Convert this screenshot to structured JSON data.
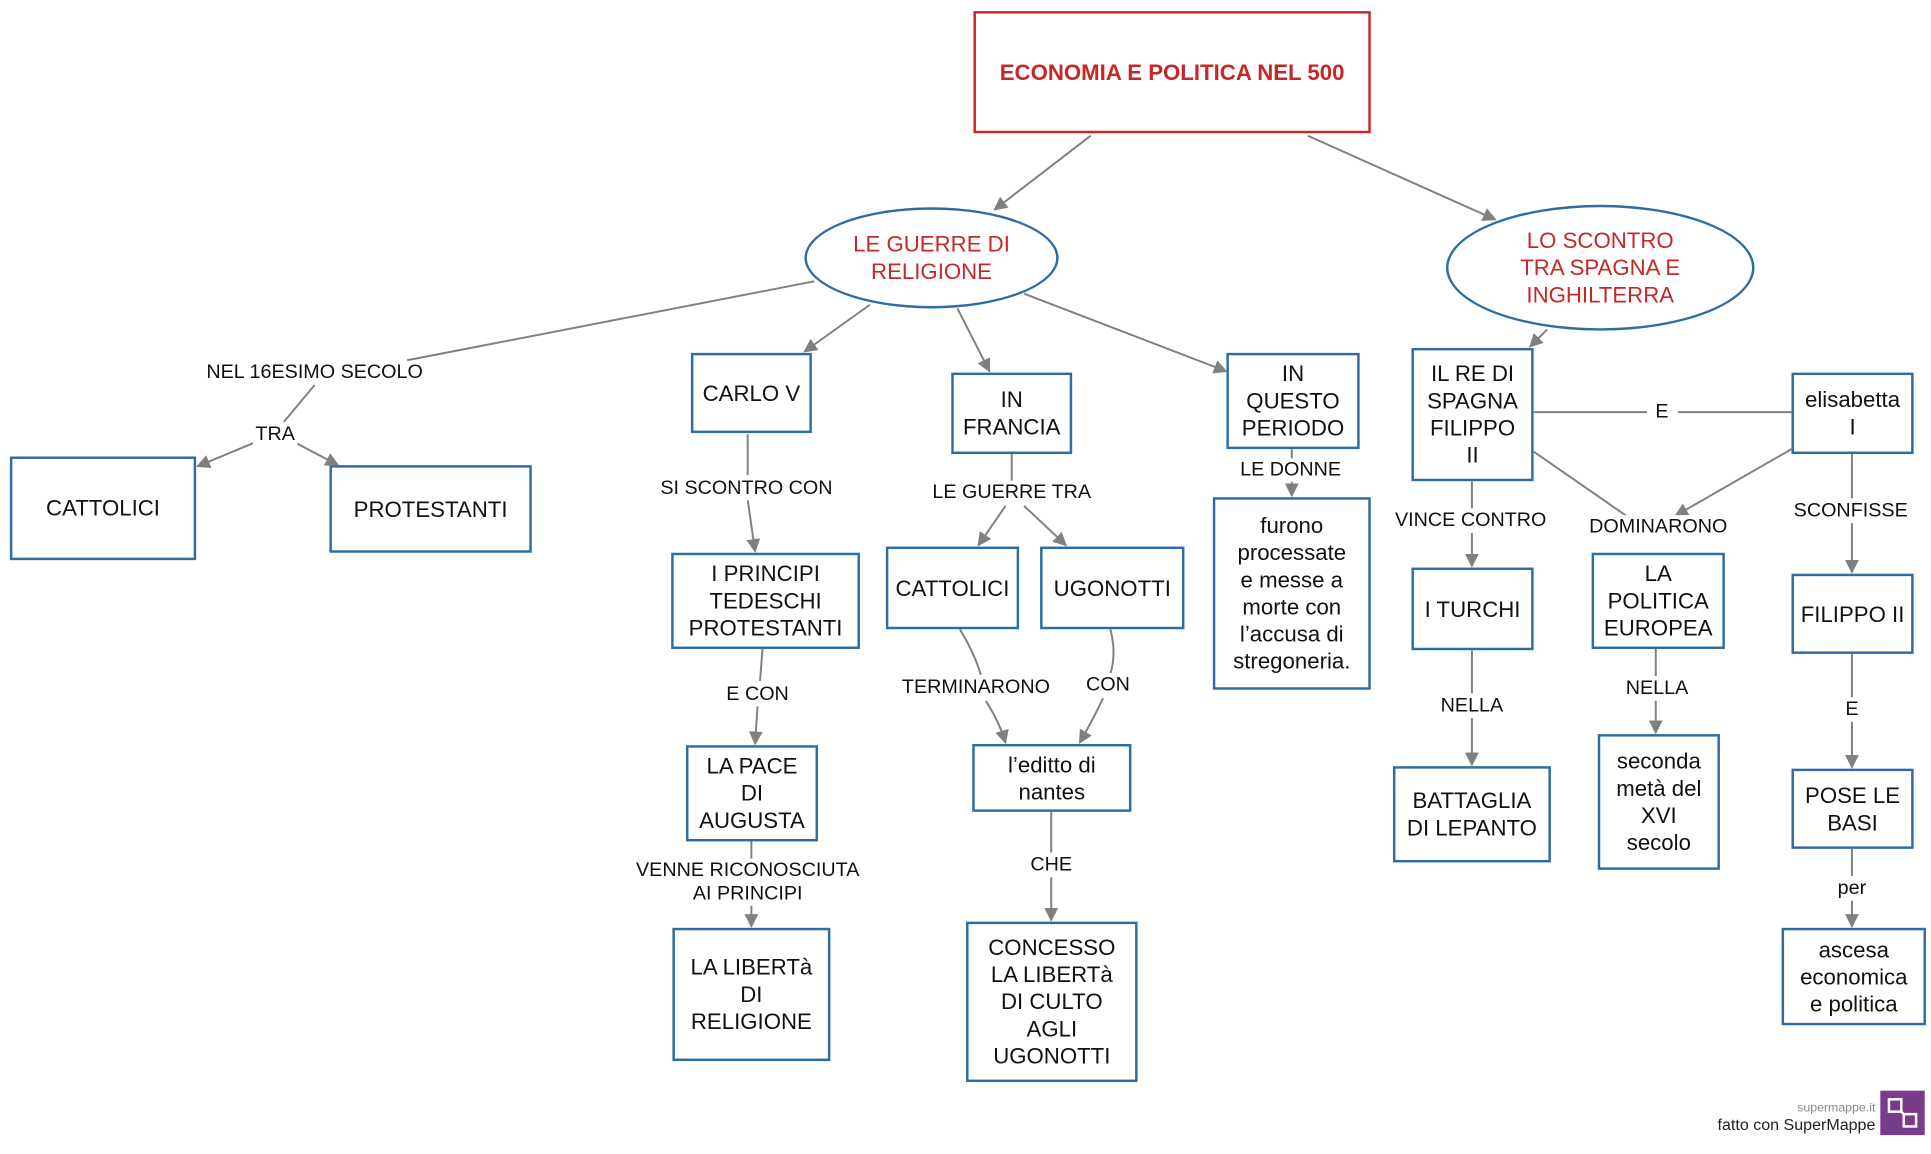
{
  "title": "ECONOMIA  E  POLITICA  NEL 500",
  "ovals": {
    "guerre": "LE GUERRE DI\nRELIGIONE",
    "scontro": "LO SCONTRO\nTRA SPAGNA E\nINGHILTERRA"
  },
  "boxes": {
    "cattolici_left": "CATTOLICI",
    "protestanti": "PROTESTANTI",
    "carlo_v": "CARLO V",
    "principi": "I PRINCIPI\nTEDESCHI\nPROTESTANTI",
    "pace_augusta": "LA PACE\nDI\nAUGUSTA",
    "liberta_religione": "LA LIBERTà\nDI\nRELIGIONE",
    "in_francia": "IN\nFRANCIA",
    "cattolici_mid": "CATTOLICI",
    "ugonotti": "UGONOTTI",
    "editto": "l’editto di\nnantes",
    "concesso": "CONCESSO\nLA LIBERTà\nDI CULTO\nAGLI\nUGONOTTI",
    "periodo": "IN\nQUESTO\nPERIODO",
    "donne_text": "furono\nprocessate\ne messe a\nmorte con\nl’accusa di\nstregoneria.",
    "re_spagna": "IL RE DI\nSPAGNA\nFILIPPO\nII",
    "turchi": "I TURCHI",
    "lepanto": "BATTAGLIA\nDI LEPANTO",
    "politica_europea": "LA\nPOLITICA\nEUROPEA",
    "seconda_meta": "seconda\nmetà del\nXVI\nsecolo",
    "elisabetta": "elisabetta\nI",
    "filippo_ii": "FILIPPO II",
    "pose_basi": "POSE LE\nBASI",
    "ascesa": "ascesa\neconomica\ne politica"
  },
  "labels": {
    "nel_16esimo": "NEL 16ESIMO SECOLO",
    "tra": "TRA",
    "si_scontro": "SI SCONTRO CON",
    "e_con": "E CON",
    "venne": "VENNE RICONOSCIUTA\nAI PRINCIPI",
    "le_guerre_tra": "LE GUERRE TRA",
    "terminarono": "TERMINARONO",
    "con": "CON",
    "che": "CHE",
    "le_donne": "LE DONNE",
    "vince_contro": "VINCE CONTRO",
    "nella_1": "NELLA",
    "e_link": "E",
    "dominarono": "DOMINARONO",
    "nella_2": "NELLA",
    "sconfisse": "SCONFISSE",
    "e_2": "E",
    "per": "per"
  },
  "footer": {
    "site": "supermappe.it",
    "made_with": "fatto con SuperMappe"
  },
  "colors": {
    "box_border": "#2e6da4",
    "title_red": "#c62828",
    "connector": "#808080"
  }
}
